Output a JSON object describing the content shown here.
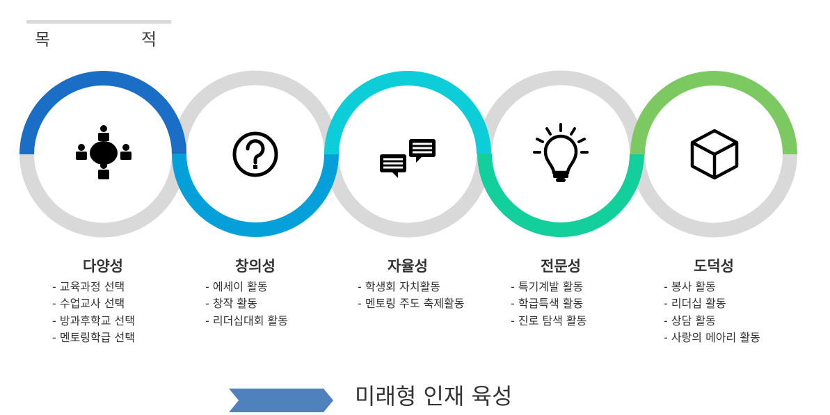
{
  "heading": {
    "chars": [
      "목",
      "적"
    ],
    "bar_color": "#d9d9d9"
  },
  "colors": {
    "ring_gray": "#d9d9d9",
    "chevron": "#4f81bd",
    "text": "#333333"
  },
  "goals": [
    {
      "title": "다양성",
      "icon": "round-table-meeting-icon",
      "ring_color": "#1a6ec5",
      "ring_half": "top",
      "items": [
        "- 교육과정 선택",
        "- 수업교사 선택",
        "- 방과후학교 선택",
        "- 멘토링학급 선택"
      ]
    },
    {
      "title": "창의성",
      "icon": "question-circle-icon",
      "ring_color": "#059fda",
      "ring_half": "bottom",
      "items": [
        "- 에세이 활동",
        "- 창작 활동",
        "- 리더십대회 활동"
      ]
    },
    {
      "title": "자율성",
      "icon": "chat-bubbles-icon",
      "ring_color": "#0dcdd8",
      "ring_half": "top",
      "items": [
        "- 학생회 자치활동",
        "- 멘토링 주도 축제활동"
      ]
    },
    {
      "title": "전문성",
      "icon": "lightbulb-icon",
      "ring_color": "#13cf9b",
      "ring_half": "bottom",
      "items": [
        "- 특기계발 활동",
        "- 학급특색 활동",
        "- 진로 탐색 활동"
      ]
    },
    {
      "title": "도덕성",
      "icon": "cube-icon",
      "ring_color": "#7cc962",
      "ring_half": "top",
      "items": [
        "- 봉사 활동",
        "- 리더십 활동",
        "- 상담 활동",
        "- 사랑의 메아리 활동"
      ]
    }
  ],
  "result": {
    "label": "미래형 인재 육성"
  }
}
